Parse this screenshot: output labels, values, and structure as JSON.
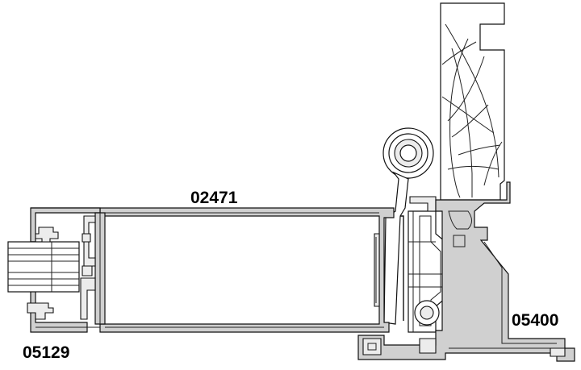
{
  "labels": {
    "profile_top": "02471",
    "profile_left": "05129",
    "profile_right": "05400"
  }
}
